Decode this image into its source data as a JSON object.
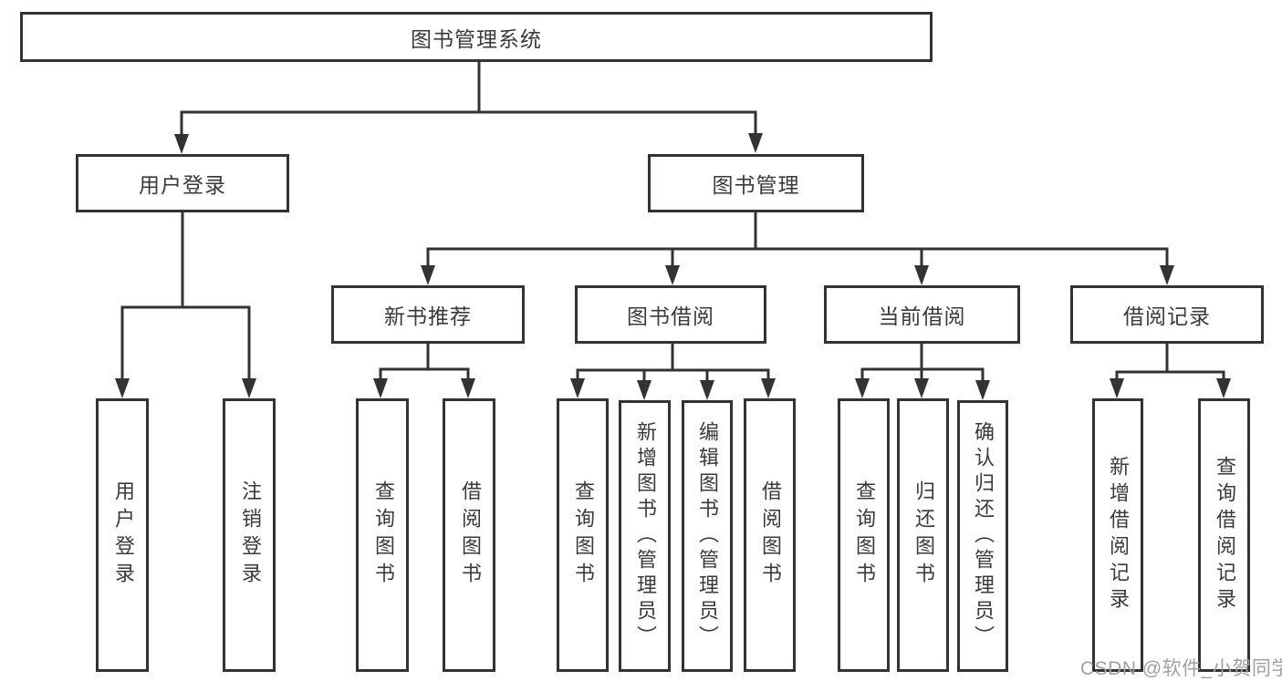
{
  "diagram": {
    "type": "hierarchy-tree",
    "title": "图书管理系统",
    "colors": {
      "line": "#333333",
      "box_border": "#333333",
      "text": "#3a3a3a",
      "background": "#ffffff",
      "watermark": "#a0a0a0"
    },
    "tree": {
      "label": "图书管理系统",
      "children": [
        {
          "label": "用户登录",
          "children": [
            {
              "label": "用户登录"
            },
            {
              "label": "注销登录"
            }
          ]
        },
        {
          "label": "图书管理",
          "children": [
            {
              "label": "新书推荐",
              "children": [
                {
                  "label": "查询图书"
                },
                {
                  "label": "借阅图书"
                }
              ]
            },
            {
              "label": "图书借阅",
              "children": [
                {
                  "label": "查询图书"
                },
                {
                  "label": "新增图书（管理员）"
                },
                {
                  "label": "编辑图书（管理员）"
                },
                {
                  "label": "借阅图书"
                }
              ]
            },
            {
              "label": "当前借阅",
              "children": [
                {
                  "label": "查询图书"
                },
                {
                  "label": "归还图书"
                },
                {
                  "label": "确认归还（管理员）"
                }
              ]
            },
            {
              "label": "借阅记录",
              "children": [
                {
                  "label": "新增借阅记录"
                },
                {
                  "label": "查询借阅记录"
                }
              ]
            }
          ]
        }
      ]
    },
    "watermark": "CSDN @软件_小贺同学"
  }
}
